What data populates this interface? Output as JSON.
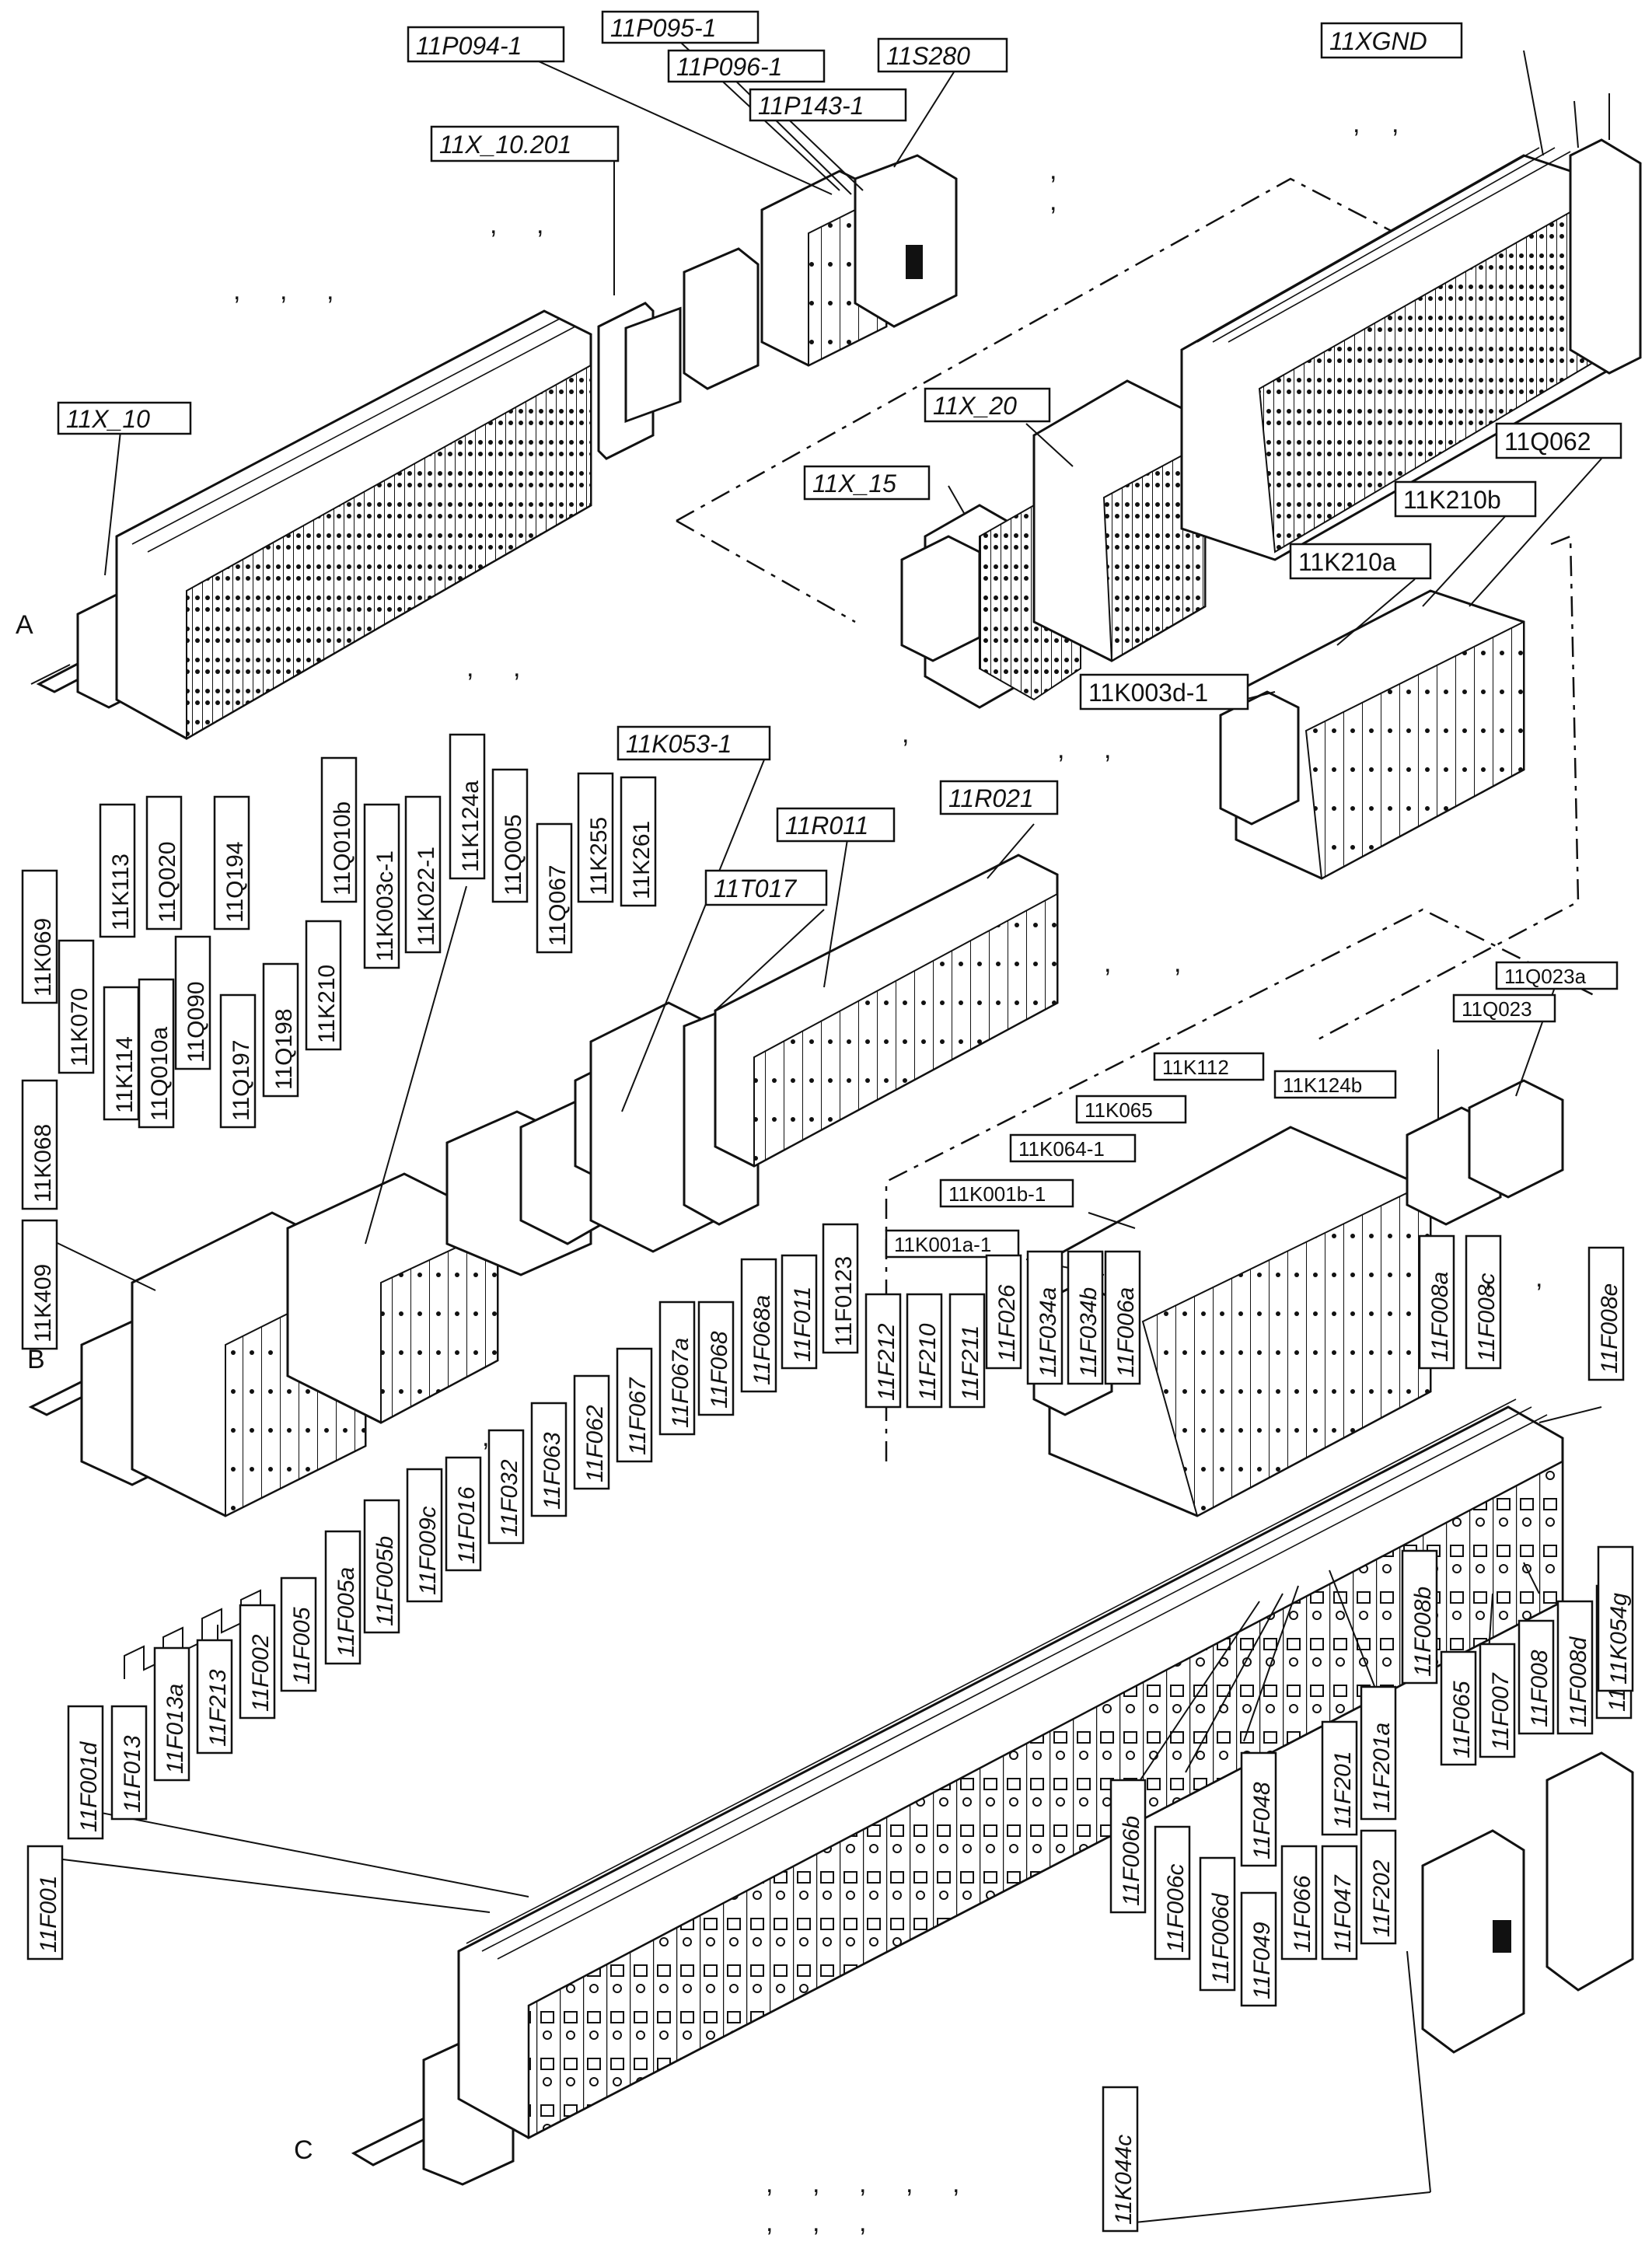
{
  "row_letters": [
    "A",
    "B",
    "C"
  ],
  "labels_top": [
    "11P094-1",
    "11P095-1",
    "11P096-1",
    "11P143-1",
    "11S280",
    "11X_10.201",
    "11X_10",
    "11XGND",
    "11X_20",
    "11X_15",
    "11Q062",
    "11K210b",
    "11K210a",
    "11K003d-1"
  ],
  "labels_mid_vertical": [
    "11K409",
    "11K068",
    "11K069",
    "11K070",
    "11K114",
    "11K113",
    "11Q010a",
    "11Q020",
    "11Q090",
    "11Q197",
    "11Q194",
    "11Q198",
    "11K210",
    "11Q010b",
    "11K003c-1",
    "11K022-1",
    "11K124a",
    "11Q005",
    "11Q067",
    "11K255",
    "11K261"
  ],
  "labels_mid_horizontal": [
    "11K053-1",
    "11T017",
    "11R011",
    "11R021",
    "11Q023a",
    "11Q023",
    "11K112",
    "11K124b",
    "11K065",
    "11K064-1",
    "11K001b-1",
    "11K001a-1"
  ],
  "labels_bottom_left": [
    "11F001",
    "11F001d",
    "11F013",
    "11F013a",
    "11F213",
    "11F002",
    "11F005",
    "11F005a",
    "11F005b",
    "11F009c",
    "11F016",
    "11F032",
    "11F063",
    "11F062",
    "11F067",
    "11F067a",
    "11F068",
    "11F068a",
    "11F011",
    "11F0123",
    "11F212",
    "11F210",
    "11F211",
    "11F026",
    "11F034a",
    "11F034b",
    "11F006a"
  ],
  "labels_bottom_right": [
    "11F008a",
    "11F008c",
    "11F008e",
    "11F007a",
    "11F008d",
    "11F008",
    "11F007",
    "11F065",
    "11F008b",
    "11F201a",
    "11F201",
    "11F202",
    "11F047",
    "11F066",
    "11F048",
    "11F049",
    "11F006d",
    "11F006c",
    "11F006b",
    "11K044c",
    "11K054g"
  ],
  "separator_marks": ",",
  "icons": [
    "din-rail",
    "terminal-block-strip",
    "relay-module",
    "circuit-breaker",
    "jumper-comb-bar",
    "end-clamp"
  ]
}
